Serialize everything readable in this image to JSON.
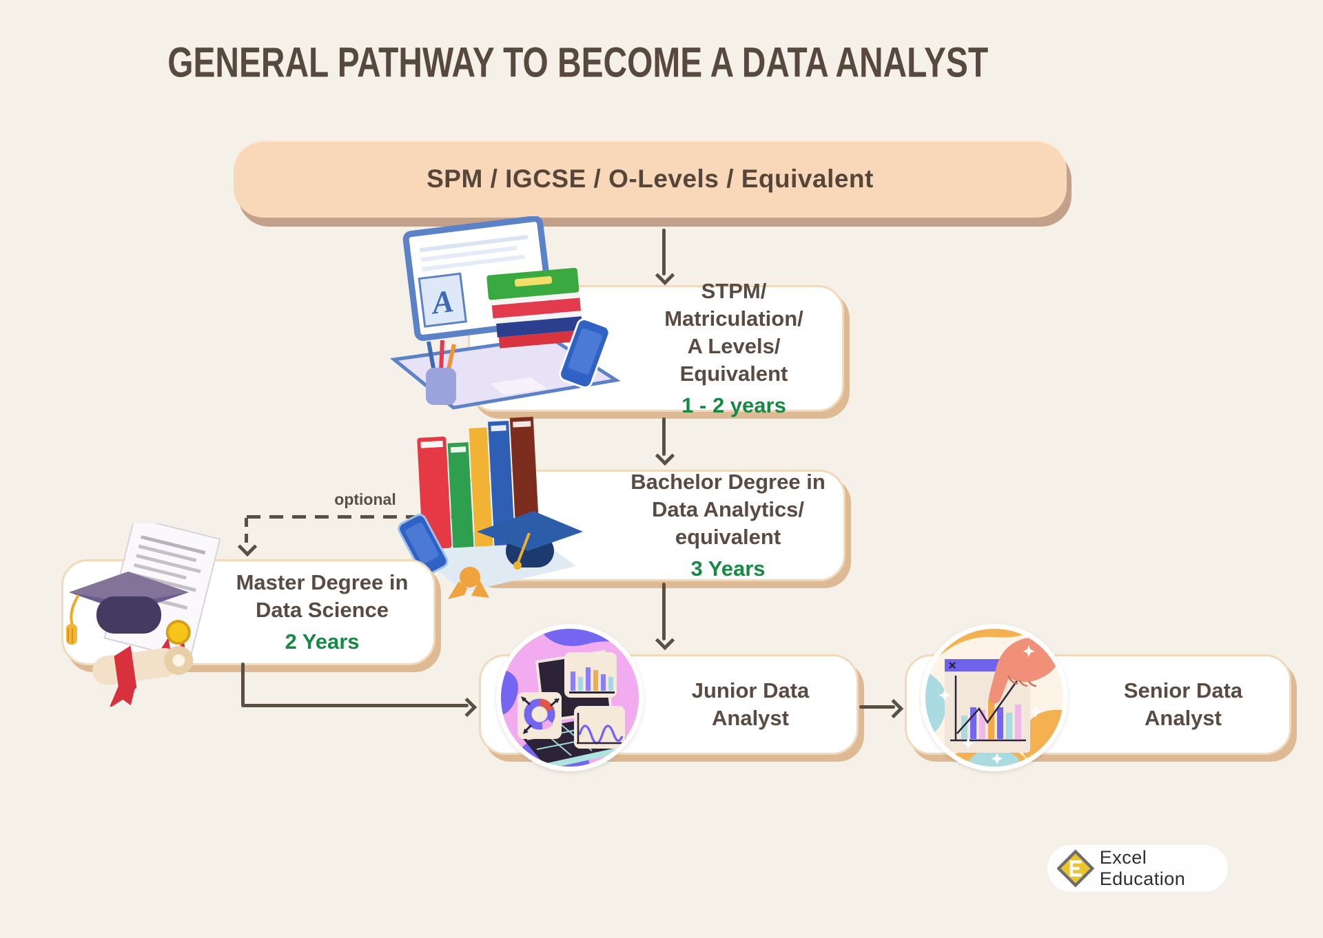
{
  "title": "GENERAL PATHWAY TO BECOME A DATA ANALYST",
  "nodes": {
    "spm": {
      "label": "SPM / IGCSE / O-Levels / Equivalent"
    },
    "stpm": {
      "line1": "STPM/ Matriculation/",
      "line2": "A Levels/ Equivalent",
      "duration": "1 - 2 years"
    },
    "bachelor": {
      "line1": "Bachelor Degree in",
      "line2": "Data Analytics/ equivalent",
      "duration": "3 Years"
    },
    "master": {
      "line1": "Master Degree in",
      "line2": "Data Science",
      "duration": "2 Years"
    },
    "junior": {
      "line1": "Junior Data",
      "line2": "Analyst"
    },
    "senior": {
      "line1": "Senior Data",
      "line2": "Analyst"
    }
  },
  "connector_labels": {
    "optional": "optional"
  },
  "footer": {
    "brand": "Excel Education"
  },
  "icons": {
    "stpm": "laptop-books-icon",
    "bachelor": "books-graduation-cap-icon",
    "master": "certificate-graduation-cap-icon",
    "junior": "laptop-charts-icon",
    "senior": "hand-pointing-chart-icon",
    "brand": "excel-education-diamond-logo"
  },
  "colors": {
    "background": "#f5f1e9",
    "title_text": "#57493e",
    "body_text": "#594b41",
    "duration_green": "#168a43",
    "arrow": "#5a4f43",
    "spm_fill": "#f9d8ba",
    "spm_shadow": "#c3a089",
    "card_border": "#f2d9ba",
    "card_shadow": "#ddba94",
    "junior_circle_pink": "#f3abef",
    "junior_circle_purple": "#7566f2",
    "senior_circle_orange": "#f5b150",
    "senior_circle_teal": "#a9dbe0",
    "brand_gold": "#e9c42f"
  }
}
